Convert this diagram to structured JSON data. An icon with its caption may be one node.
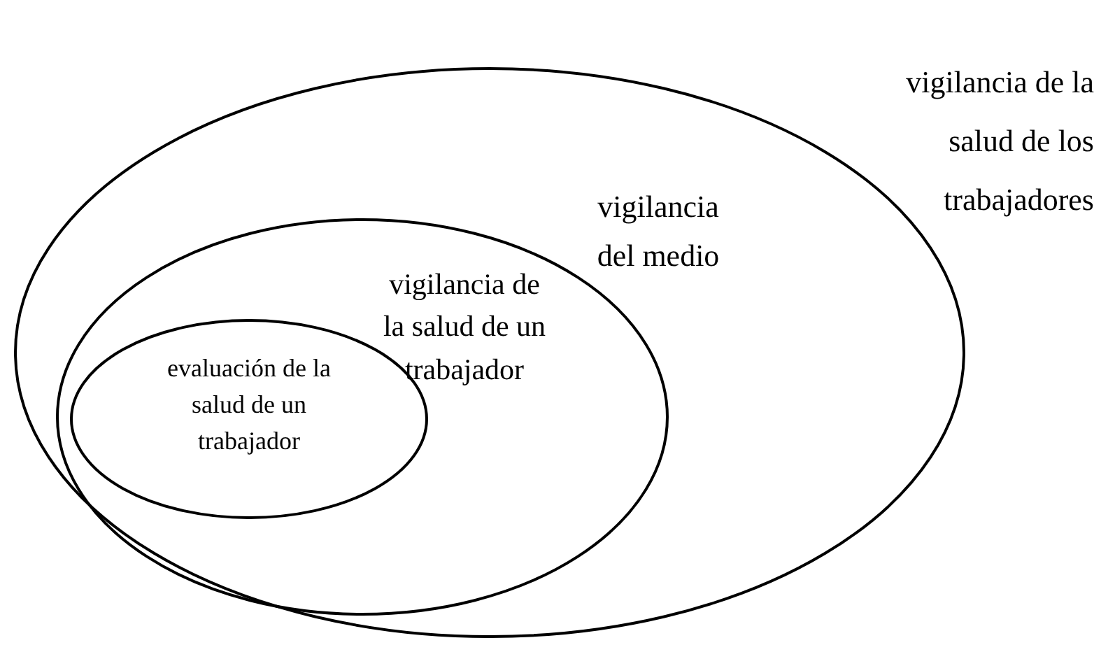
{
  "diagram": {
    "nodes": [
      {
        "text": [
          "vigilancia de la salud de los trabajadores",
          "vigilancia del medio"
        ]
      },
      {
        "text": [
          "vigilancia de la salud de un trabajador"
        ],
        "in": 0
      },
      {
        "text": [
          "evaluación de la salud de un trabajador"
        ],
        "in": 1
      }
    ]
  }
}
